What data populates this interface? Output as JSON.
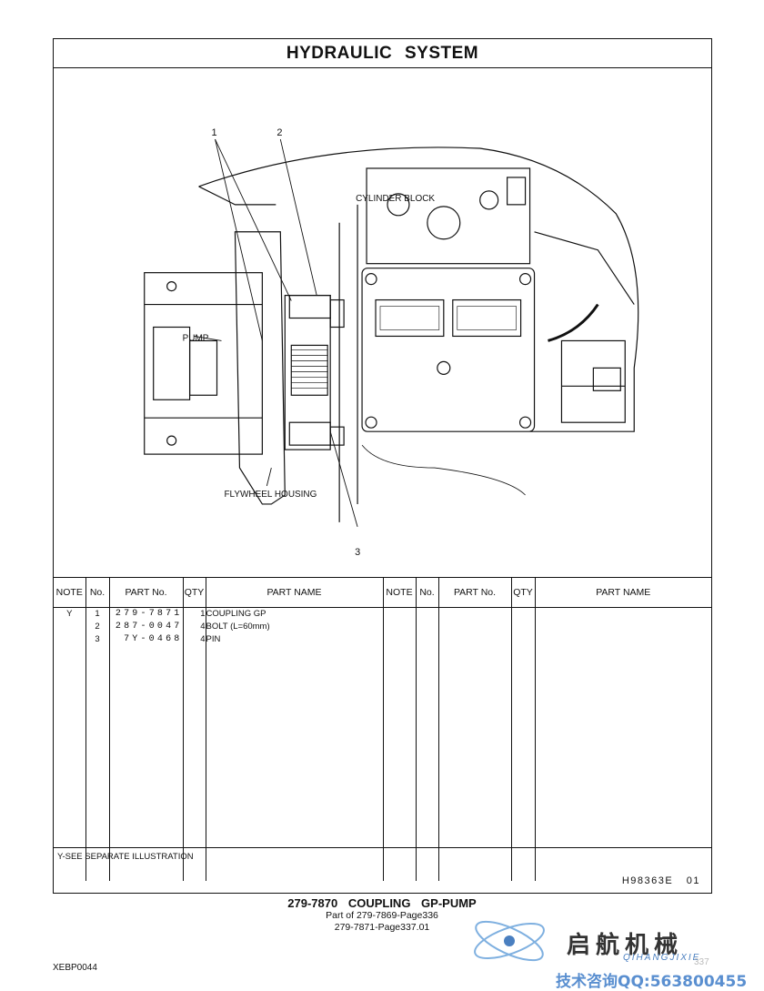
{
  "header": {
    "title": "HYDRAULIC  SYSTEM"
  },
  "illustration": {
    "labels": {
      "cylinder_block": "CYLINDER  BLOCK",
      "pump": "PUMP",
      "flywheel_housing": "FLYWHEEL  HOUSING"
    },
    "callouts": [
      "1",
      "2",
      "3"
    ]
  },
  "table": {
    "columns": [
      "NOTE",
      "No.",
      "PART No.",
      "QTY",
      "PART NAME",
      "NOTE",
      "No.",
      "PART No.",
      "QTY",
      "PART NAME"
    ],
    "rows": [
      {
        "note": "Y",
        "no": "1",
        "part_no": "279-7871",
        "qty": "1",
        "part_name": "COUPLING  GP"
      },
      {
        "note": "",
        "no": "2",
        "part_no": "287-0047",
        "qty": "4",
        "part_name": "BOLT (L=60mm)"
      },
      {
        "note": "",
        "no": "3",
        "part_no": "7Y-0468",
        "qty": "4",
        "part_name": "PIN"
      }
    ]
  },
  "footer": {
    "note": "Y-SEE  SEPARATE  ILLUSTRATION",
    "code": "H98363E  01"
  },
  "caption": {
    "title": "279-7870  COUPLING  GP-PUMP",
    "line1": "Part of 279-7869-Page336",
    "line2": "279-7871-Page337.01"
  },
  "doc_code": "XEBP0044",
  "watermark": {
    "name_cn": "启航机械",
    "name_en": "QIHANGJIXIE",
    "contact": "技术咨询QQ:563800455",
    "page": "337"
  }
}
